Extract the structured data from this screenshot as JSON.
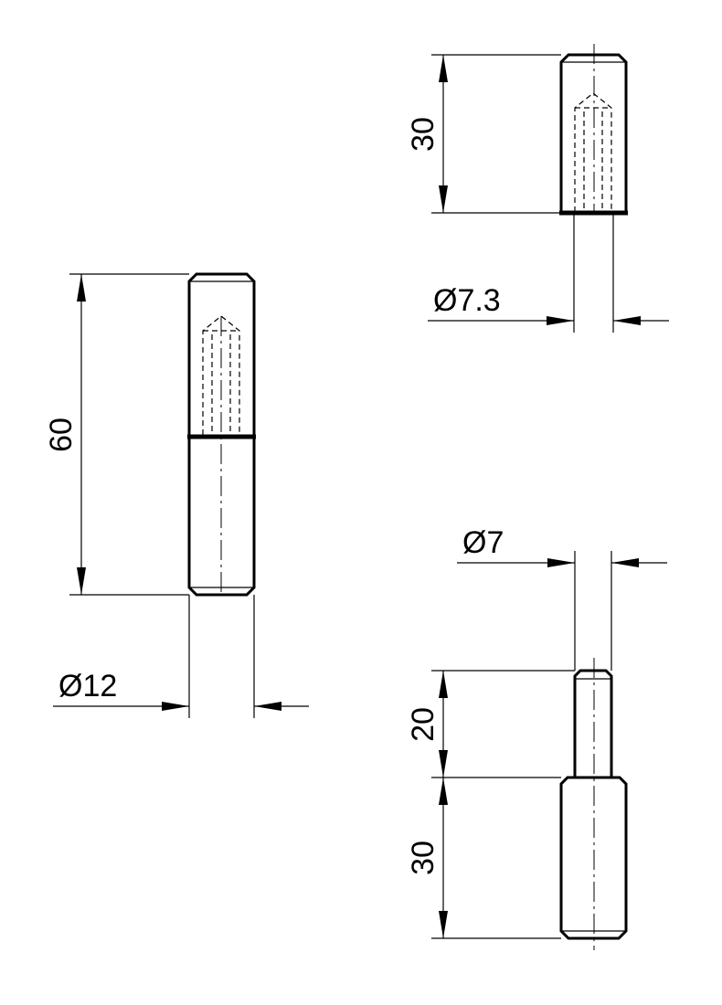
{
  "drawing": {
    "left_pin": {
      "length_label": "60",
      "diameter_label": "Ø12"
    },
    "top_right_part": {
      "length_label": "30",
      "diameter_label": "Ø7.3"
    },
    "bottom_right_part": {
      "diameter_label": "Ø7",
      "pin_length_label": "20",
      "body_length_label": "30"
    }
  },
  "colors": {
    "line": "#000000",
    "background": "#ffffff"
  }
}
